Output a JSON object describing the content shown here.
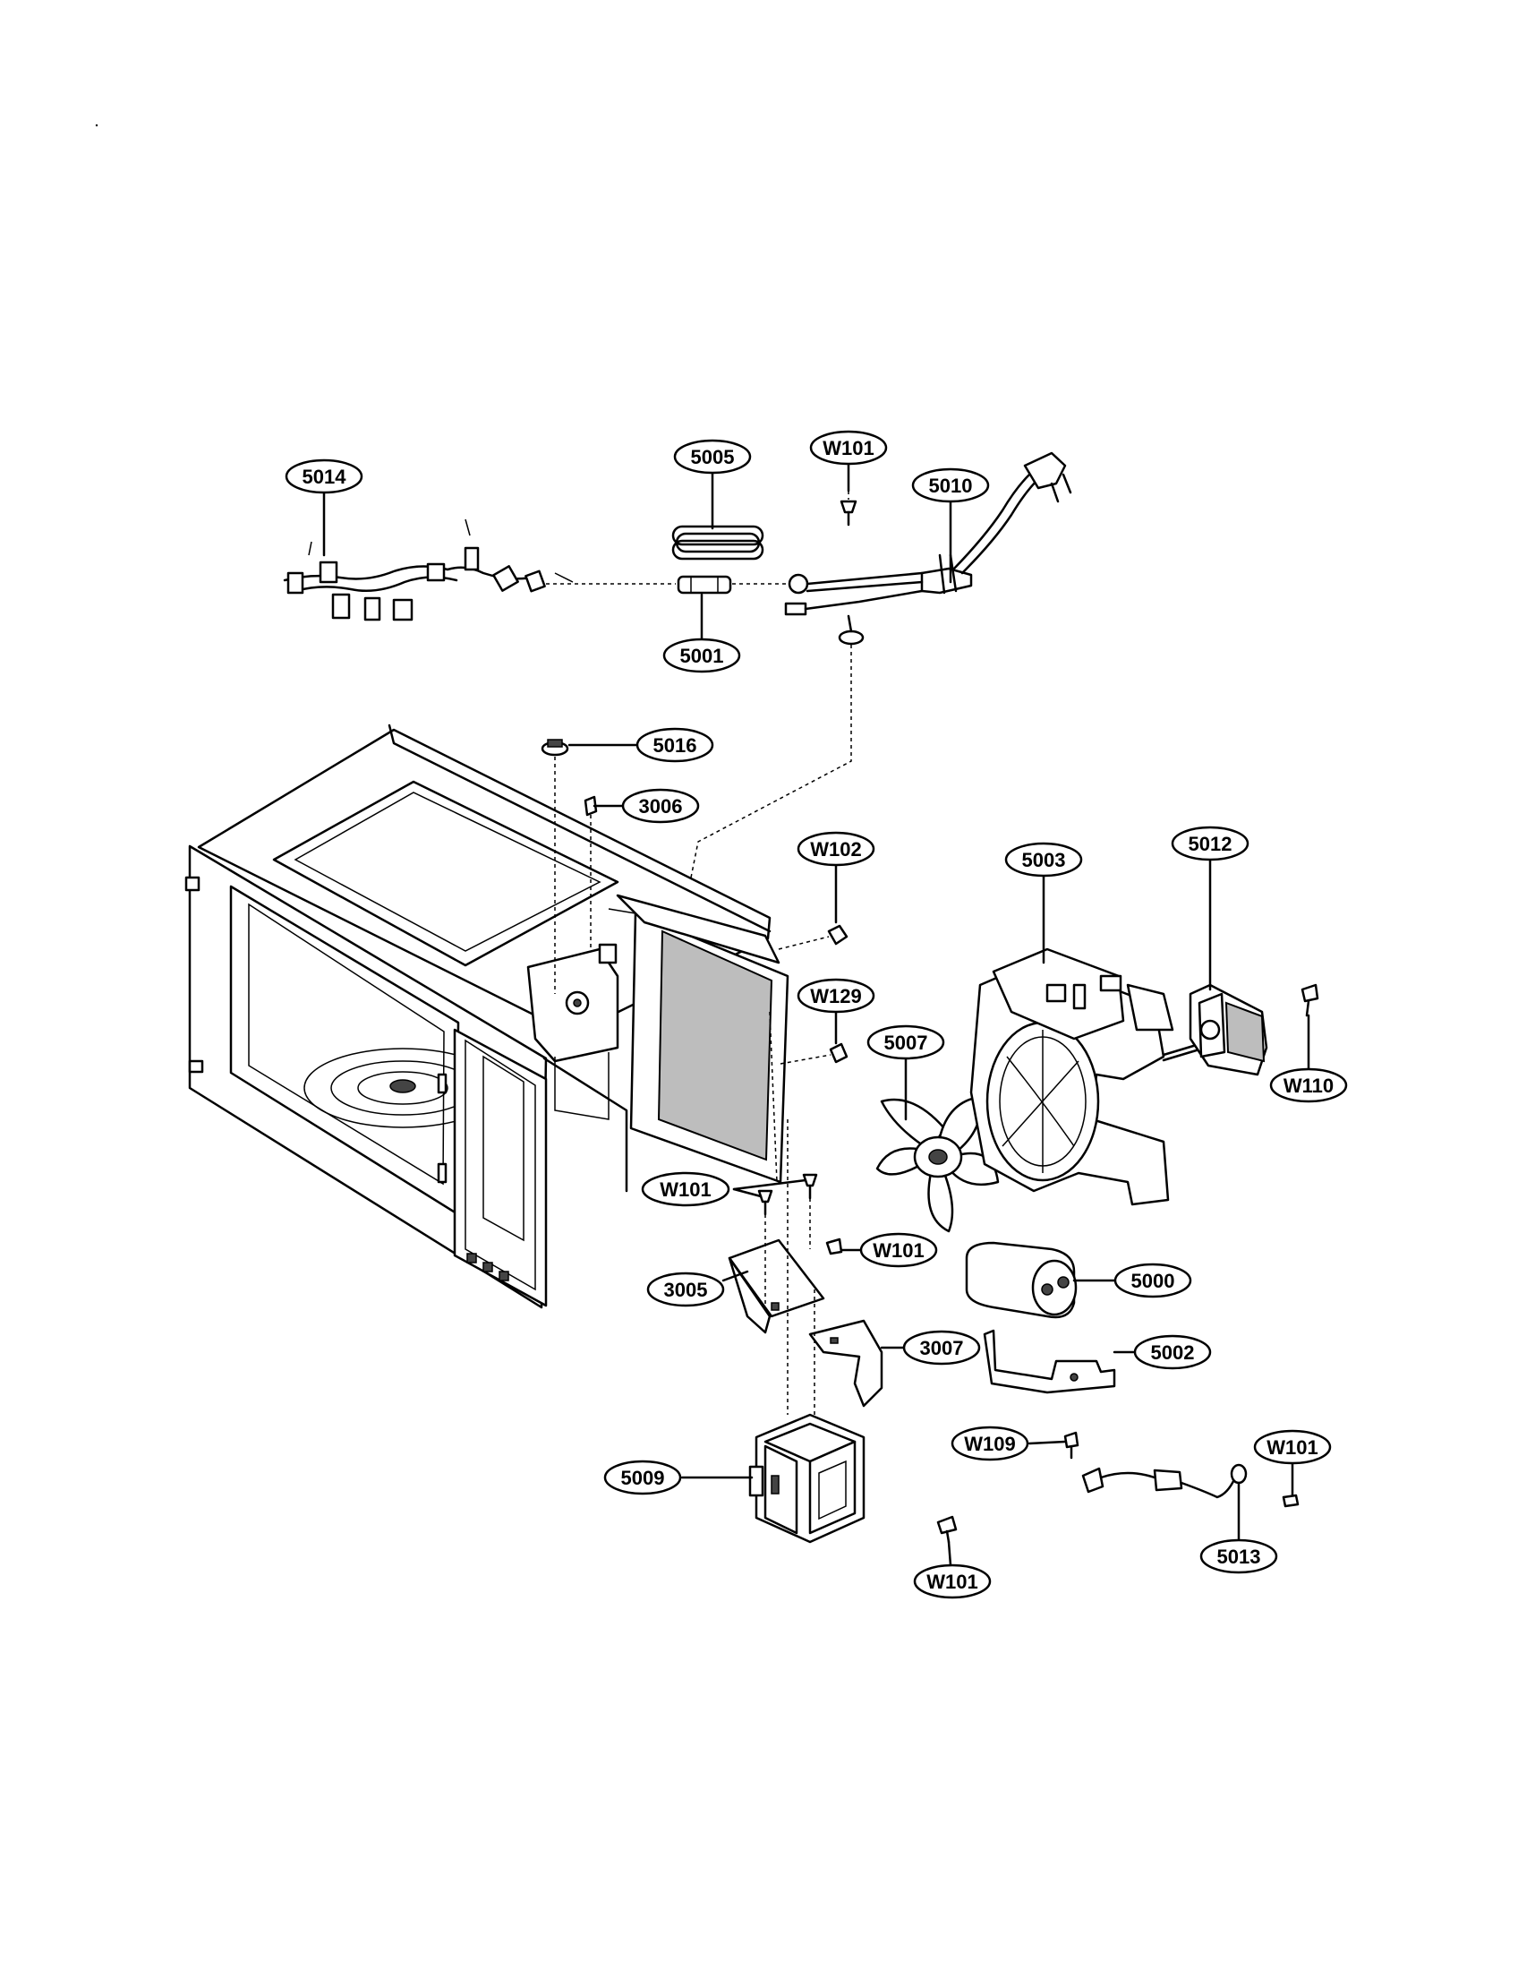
{
  "diagram": {
    "callouts": [
      {
        "id": "c5014",
        "label": "5014"
      },
      {
        "id": "c5005",
        "label": "5005"
      },
      {
        "id": "cW101a",
        "label": "W101"
      },
      {
        "id": "c5010",
        "label": "5010"
      },
      {
        "id": "c5001",
        "label": "5001"
      },
      {
        "id": "c5016",
        "label": "5016"
      },
      {
        "id": "c3006",
        "label": "3006"
      },
      {
        "id": "cW102",
        "label": "W102"
      },
      {
        "id": "c5003",
        "label": "5003"
      },
      {
        "id": "c5012",
        "label": "5012"
      },
      {
        "id": "cW129",
        "label": "W129"
      },
      {
        "id": "c5007",
        "label": "5007"
      },
      {
        "id": "cW110",
        "label": "W110"
      },
      {
        "id": "cW101b",
        "label": "W101"
      },
      {
        "id": "cW101c",
        "label": "W101"
      },
      {
        "id": "c3005",
        "label": "3005"
      },
      {
        "id": "c5000",
        "label": "5000"
      },
      {
        "id": "c3007",
        "label": "3007"
      },
      {
        "id": "c5002",
        "label": "5002"
      },
      {
        "id": "cW109",
        "label": "W109"
      },
      {
        "id": "cW101d",
        "label": "W101"
      },
      {
        "id": "c5009",
        "label": "5009"
      },
      {
        "id": "c5013",
        "label": "5013"
      },
      {
        "id": "cW101e",
        "label": "W101"
      }
    ]
  }
}
